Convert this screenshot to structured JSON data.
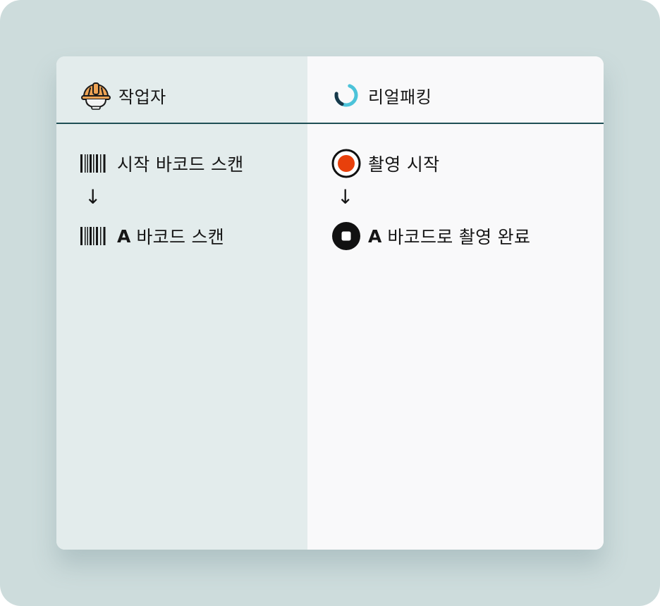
{
  "left": {
    "title": "작업자",
    "icon": "worker-helmet-icon",
    "steps": [
      {
        "icon": "barcode-icon",
        "prefix": "",
        "label": "시작 바코드 스캔"
      },
      {
        "icon": "barcode-icon",
        "prefix": "A",
        "label": "바코드 스캔"
      }
    ],
    "arrow": "↓"
  },
  "right": {
    "title": "리얼패킹",
    "icon": "realpacking-logo-icon",
    "steps": [
      {
        "icon": "record-icon",
        "prefix": "",
        "label": "촬영 시작"
      },
      {
        "icon": "stop-icon",
        "prefix": "A",
        "label": "바코드로 촬영 완료"
      }
    ],
    "arrow": "↓"
  },
  "colors": {
    "background": "#cddcdc",
    "left_panel": "#e3ecec",
    "right_panel": "#f9f9fa",
    "divider": "#1f4f55",
    "record": "#e8400b",
    "helmet": "#efa455"
  }
}
